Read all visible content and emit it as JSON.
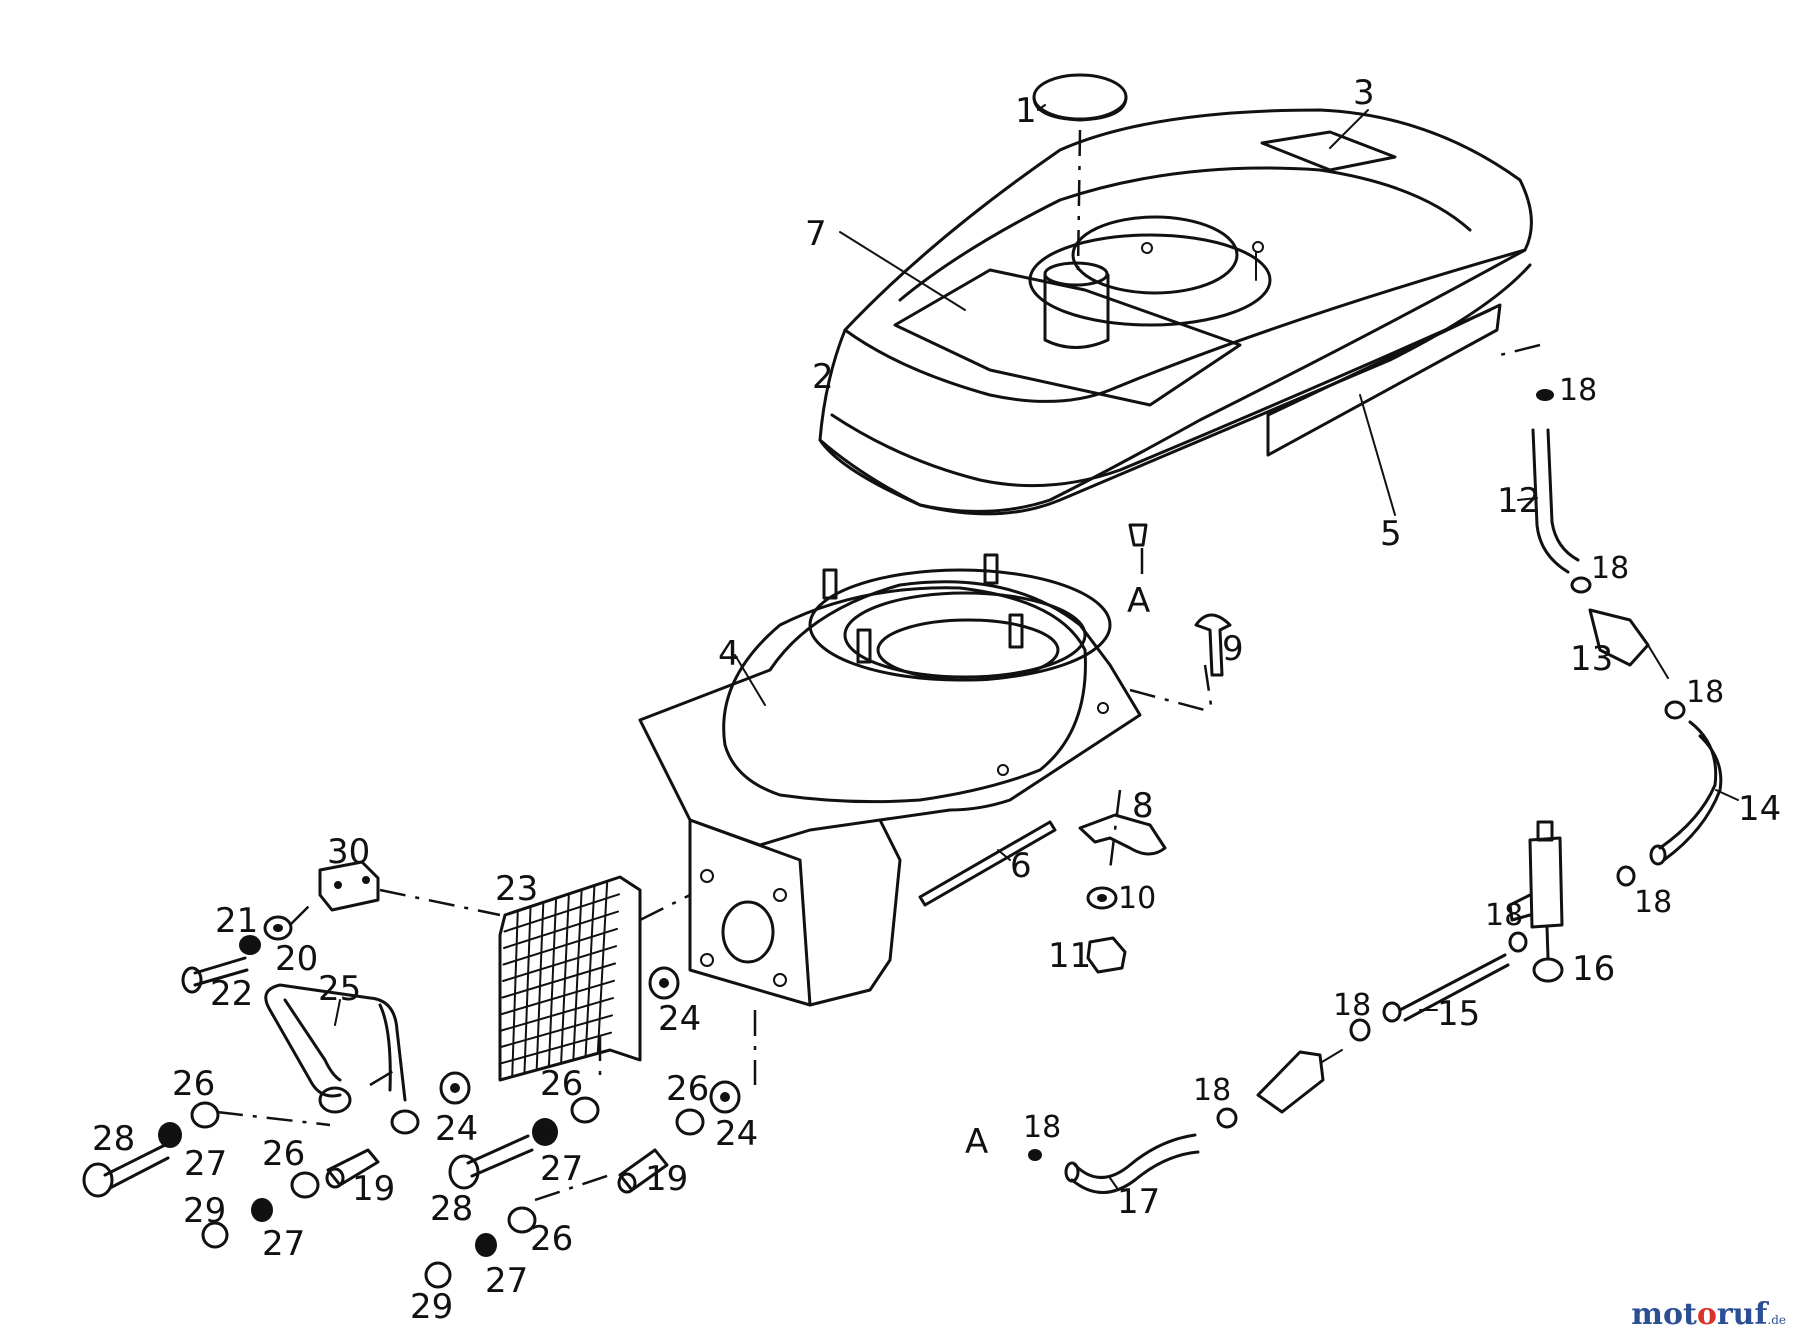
{
  "diagram": {
    "part_numbers": [
      "1",
      "2",
      "3",
      "4",
      "5",
      "6",
      "7",
      "8",
      "9",
      "10",
      "11",
      "12",
      "13",
      "14",
      "15",
      "16",
      "17",
      "18",
      "19",
      "20",
      "21",
      "22",
      "23",
      "24",
      "25",
      "26",
      "27",
      "28",
      "29",
      "30"
    ],
    "reference_letter": "A"
  },
  "watermark": {
    "text_before": "mot",
    "text_accent": "o",
    "text_after": "ruf",
    "tld": ".de",
    "colors": {
      "main": "#2b4f93",
      "accent": "#d8322a"
    }
  }
}
